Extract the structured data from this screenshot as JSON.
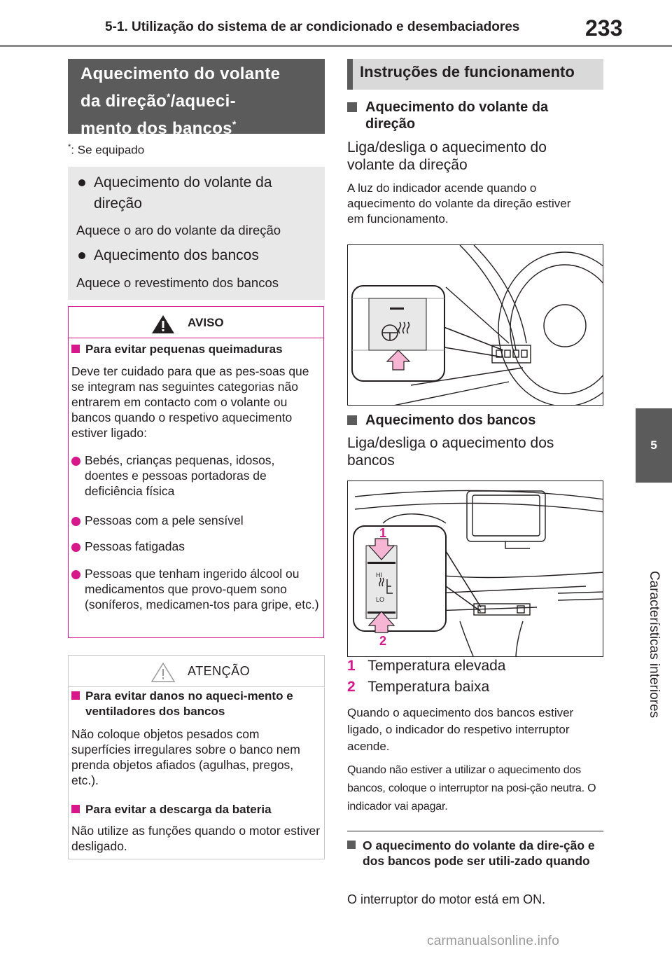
{
  "header": {
    "section_title": "5-1. Utilização do sistema de ar condicionado e desembaciadores",
    "page_number": "233"
  },
  "side_tab": {
    "chapter_number": "5",
    "chapter_title": "Características interiores"
  },
  "left": {
    "title_line1": "Aquecimento do volante",
    "title_line2a": "da direção",
    "title_line2b": "/aqueci-",
    "title_line3": "mento dos bancos",
    "title_mark": "*",
    "footnote_mark": "*",
    "footnote": ": Se equipado",
    "features": [
      {
        "title": "Aquecimento do volante da direção",
        "desc": "Aquece o aro do volante da direção"
      },
      {
        "title": "Aquecimento dos bancos",
        "desc": "Aquece o revestimento dos bancos"
      }
    ],
    "warning": {
      "label": "AVISO",
      "subhead": "Para evitar pequenas queimaduras",
      "intro": "Deve ter cuidado para que as pes-soas que se integram nas seguintes categorias não entrarem em contacto com o volante ou bancos quando o respetivo aquecimento estiver ligado:",
      "items": [
        "Bebés, crianças pequenas, idosos, doentes e pessoas portadoras de deficiência física",
        "Pessoas com a pele sensível",
        "Pessoas fatigadas",
        "Pessoas que tenham ingerido álcool ou medicamentos que provo-quem sono (soníferos, medicamen-tos para gripe, etc.)"
      ]
    },
    "caution": {
      "label": "ATENÇÃO",
      "subhead1": "Para evitar danos no aqueci-mento e ventiladores dos bancos",
      "text1": "Não coloque objetos pesados com superfícies irregulares sobre o banco nem prenda objetos afiados (agulhas, pregos, etc.).",
      "subhead2": "Para evitar a descarga da bateria",
      "text2": "Não utilize as funções quando o motor estiver desligado."
    }
  },
  "right": {
    "section_head": "Instruções de funcionamento",
    "steering": {
      "head": "Aquecimento do volante da direção",
      "line": "Liga/desliga o aquecimento do volante da direção",
      "note": "A luz do indicador acende quando o aquecimento do volante da direção estiver em funcionamento."
    },
    "seats": {
      "head": "Aquecimento dos bancos",
      "line": "Liga/desliga o aquecimento dos bancos",
      "callouts": [
        {
          "num": "1",
          "text": "Temperatura elevada"
        },
        {
          "num": "2",
          "text": "Temperatura baixa"
        }
      ],
      "switch_hi": "HI",
      "switch_lo": "LO",
      "note1": "Quando o aquecimento dos bancos estiver ligado, o indicador do respetivo interruptor acende.",
      "note2": "Quando não estiver a utilizar o aquecimento dos bancos, coloque o interruptor na posi-ção neutra. O indicador vai apagar."
    },
    "usable": {
      "head": "O aquecimento do volante da dire-ção e dos bancos pode ser utili-zado quando",
      "text": "O interruptor do motor está em ON."
    }
  },
  "watermark": "carmanualsonline.info",
  "colors": {
    "magenta": "#d6188a",
    "dark_gray": "#5b5b5b",
    "light_gray": "#e8e8e8"
  }
}
